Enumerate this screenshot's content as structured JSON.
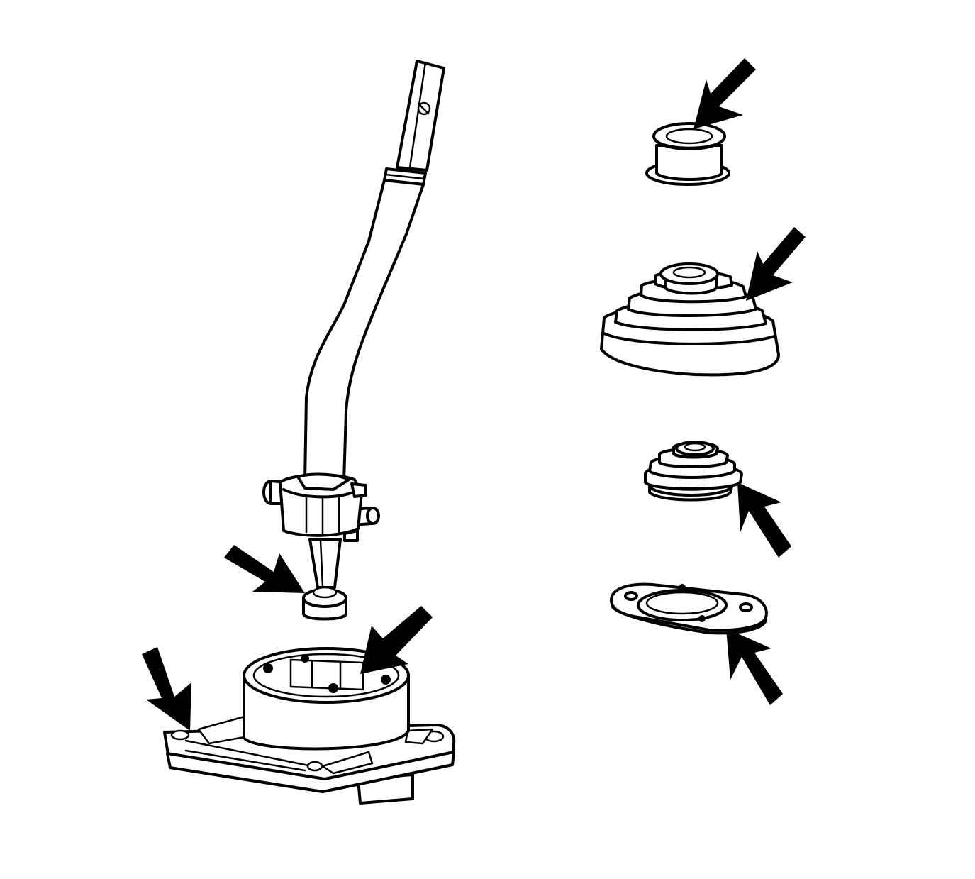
{
  "figure": {
    "background": "#ffffff",
    "ink": "#000000",
    "parts": [
      {
        "name": "shift-lever"
      },
      {
        "name": "pivot-bushing"
      },
      {
        "name": "shifter-base"
      },
      {
        "name": "shift-lever-bushing"
      },
      {
        "name": "dust-boot"
      },
      {
        "name": "inner-boot"
      },
      {
        "name": "boot-seal-plate"
      }
    ],
    "arrows": [
      {
        "points_to": "shift-lever-bushing"
      },
      {
        "points_to": "dust-boot"
      },
      {
        "points_to": "inner-boot"
      },
      {
        "points_to": "boot-seal-plate"
      },
      {
        "points_to": "pivot-bushing"
      },
      {
        "points_to": "shifter-base-housing"
      },
      {
        "points_to": "shifter-base-flange"
      }
    ]
  }
}
